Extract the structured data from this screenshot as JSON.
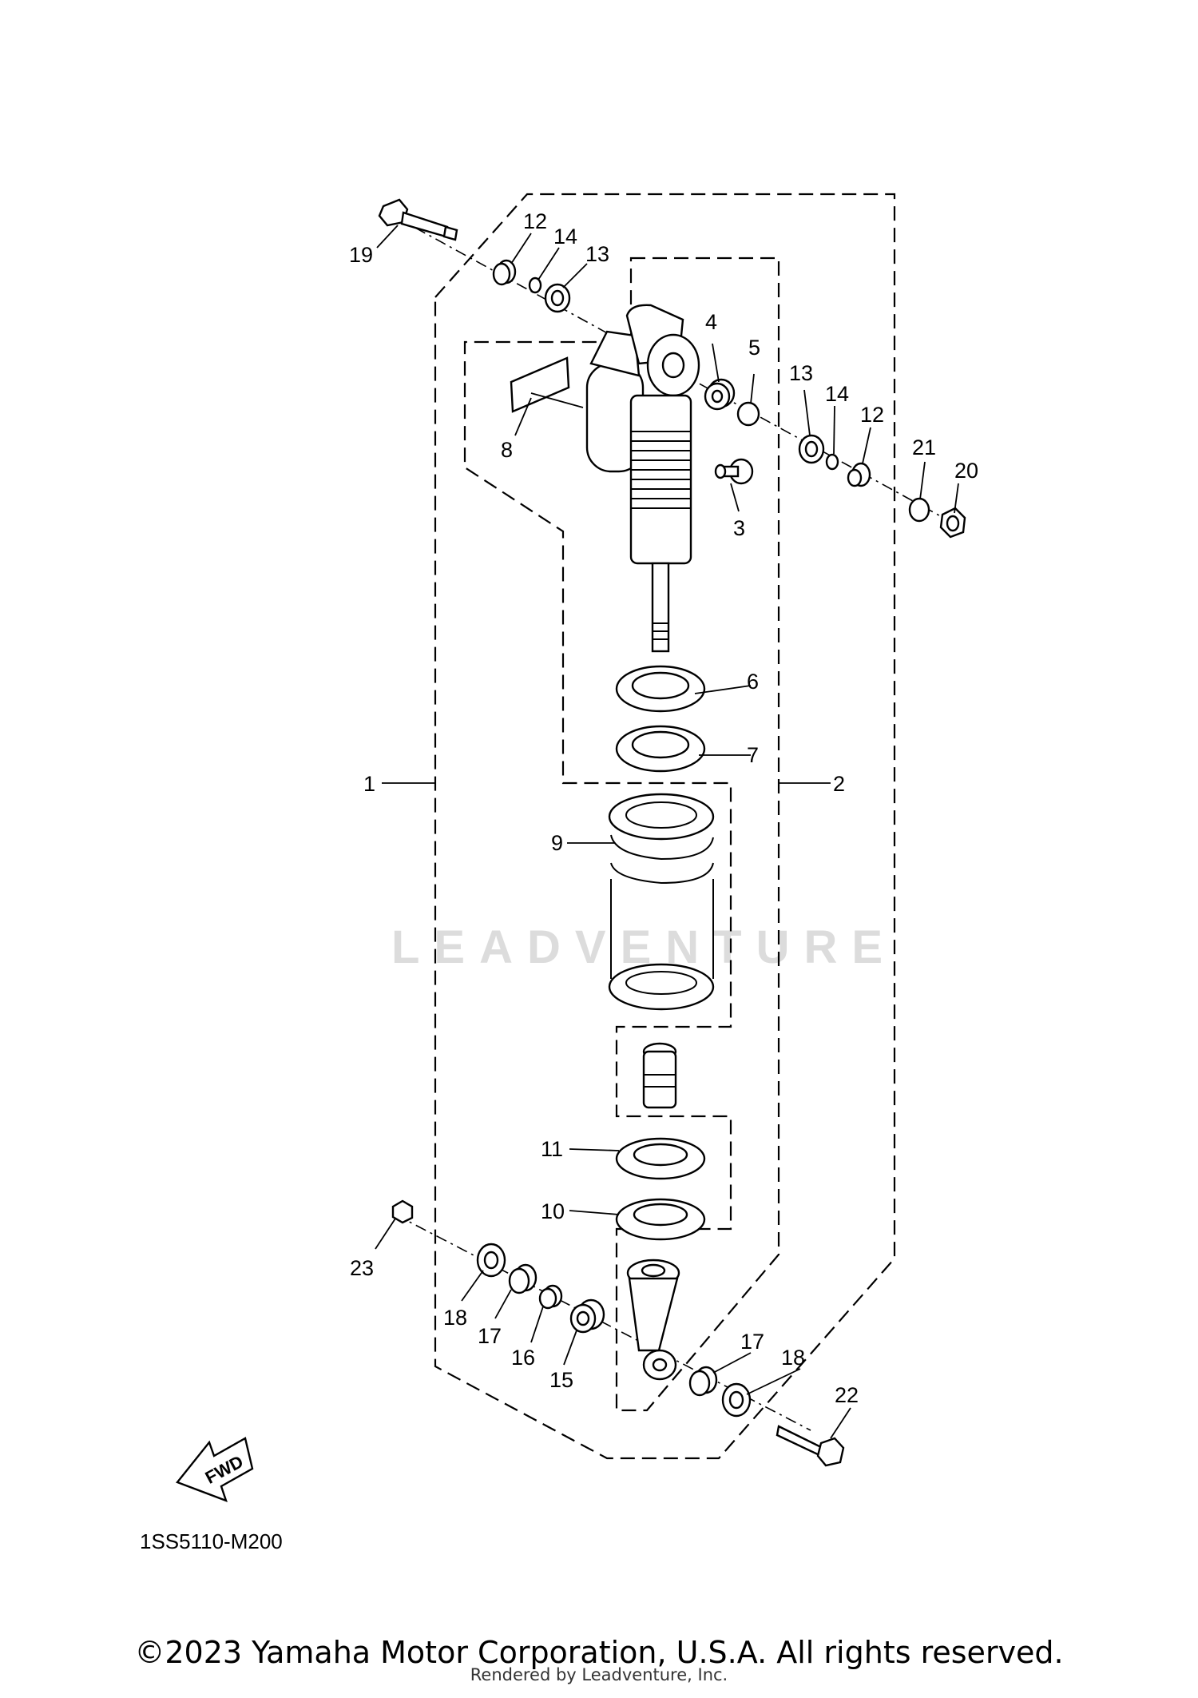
{
  "diagram": {
    "code": "1SS5110-M200",
    "fwd_label": "FWD",
    "watermark": "LEADVENTURE",
    "callouts": {
      "c1": "1",
      "c2": "2",
      "c3": "3",
      "c4": "4",
      "c5": "5",
      "c6": "6",
      "c7": "7",
      "c8": "8",
      "c9": "9",
      "c10": "10",
      "c11": "11",
      "c12a": "12",
      "c12b": "12",
      "c13a": "13",
      "c13b": "13",
      "c14a": "14",
      "c14b": "14",
      "c15": "15",
      "c16": "16",
      "c17a": "17",
      "c17b": "17",
      "c18a": "18",
      "c18b": "18",
      "c19": "19",
      "c20": "20",
      "c21": "21",
      "c22": "22",
      "c23": "23"
    }
  },
  "footer": {
    "copyright": "©2023 Yamaha Motor Corporation, U.S.A. All rights reserved.",
    "rendered_by": "Rendered by Leadventure, Inc."
  }
}
